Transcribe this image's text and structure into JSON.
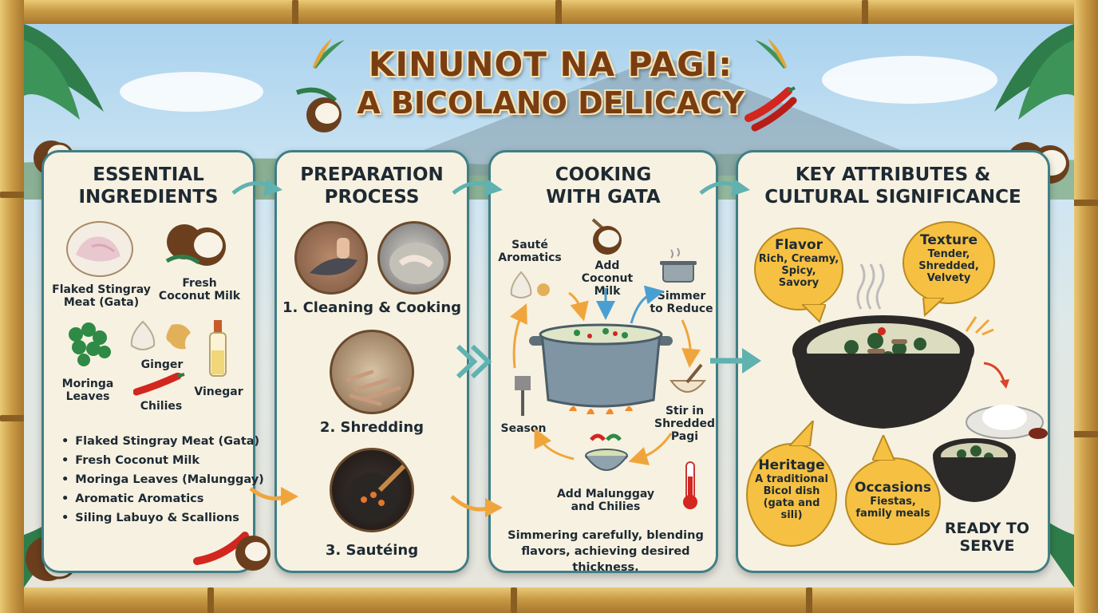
{
  "title": {
    "line1": "KINUNOT NA PAGI:",
    "line2": "A BICOLANO DELICACY"
  },
  "colors": {
    "panel_border": "#3f7f86",
    "panel_bg": "#f7f1e1",
    "title": "#7a3d12",
    "bubble": "#f6c142",
    "arrow_teal": "#5fb2b0",
    "arrow_orange": "#f0a53c"
  },
  "ingredients": {
    "heading": "ESSENTIAL\nINGREDIENTS",
    "items": {
      "stingray": "Flaked Stingray\nMeat (Gata)",
      "coconut": "Fresh\nCoconut Milk",
      "moringa": "Moringa\nLeaves",
      "ginger": "Ginger",
      "chilies": "Chilies",
      "vinegar": "Vinegar"
    },
    "list": [
      "Flaked Stingray Meat (Gata)",
      "Fresh Coconut Milk",
      "Moringa Leaves (Malunggay)",
      "Aromatic Aromatics",
      "Siling Labuyo & Scallions"
    ]
  },
  "preparation": {
    "heading": "PREPARATION\nPROCESS",
    "steps": [
      "1. Cleaning & Cooking",
      "2. Shredding",
      "3. Sautéing"
    ]
  },
  "cooking": {
    "heading": "COOKING\nWITH GATA",
    "saute": "Sauté\nAromatics",
    "add_coconut": "Add Coconut\nMilk",
    "simmer": "Simmer\nto Reduce",
    "stir": "Stir in\nShredded\nPagi",
    "season": "Season",
    "add_malunggay": "Add Malunggay\nand Chilies",
    "note": "Simmering carefully, blending\nflavors, achieving desired thickness."
  },
  "attributes": {
    "heading": "KEY ATTRIBUTES &\nCULTURAL SIGNIFICANCE",
    "flavor": {
      "title": "Flavor",
      "text": "Rich, Creamy,\nSpicy,\nSavory"
    },
    "texture": {
      "title": "Texture",
      "text": "Tender,\nShredded,\nVelvety"
    },
    "heritage": {
      "title": "Heritage",
      "text": "A traditional\nBicol dish\n(gata and\nsili)"
    },
    "occasions": {
      "title": "Occasions",
      "text": "Fiestas,\nfamily meals"
    },
    "ready": "READY TO\nSERVE"
  },
  "icons": [
    "palm-leaf-icon",
    "coconut-icon",
    "chili-icon",
    "stingray-meat-icon",
    "moringa-icon",
    "garlic-icon",
    "ginger-icon",
    "vinegar-bottle-icon",
    "pot-icon",
    "thermometer-icon",
    "spatula-icon",
    "bowl-icon",
    "rice-icon",
    "steam-icon",
    "arrow-icon"
  ]
}
